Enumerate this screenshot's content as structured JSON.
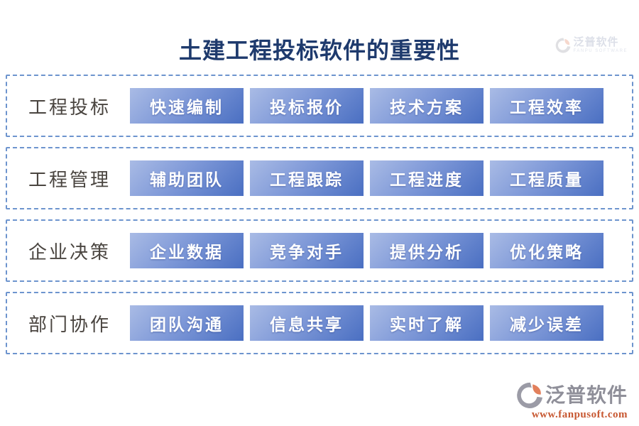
{
  "title": "土建工程投标软件的重要性",
  "watermark": {
    "brand": "泛普软件",
    "caption": "FANPU SOFTWARE"
  },
  "sections": [
    {
      "label": "工程投标",
      "items": [
        "快速编制",
        "投标报价",
        "技术方案",
        "工程效率"
      ]
    },
    {
      "label": "工程管理",
      "items": [
        "辅助团队",
        "工程跟踪",
        "工程进度",
        "工程质量"
      ]
    },
    {
      "label": "企业决策",
      "items": [
        "企业数据",
        "竞争对手",
        "提供分析",
        "优化策略"
      ]
    },
    {
      "label": "部门协作",
      "items": [
        "团队沟通",
        "信息共享",
        "实时了解",
        "减少误差"
      ]
    }
  ],
  "footer": {
    "brand": "泛普软件",
    "url": "www.fanpusoft.com"
  },
  "colors": {
    "title": "#1e3a6d",
    "dashed_border": "#6d94ce",
    "button_gradient_light": "#a9bbe5",
    "button_gradient_dark": "#4a6fc2",
    "label_text": "#4a4540",
    "footer_brand": "#8f8f99",
    "footer_url": "#c75730",
    "logo_gray": "#9b9ba6",
    "logo_orange": "#e2805c"
  }
}
